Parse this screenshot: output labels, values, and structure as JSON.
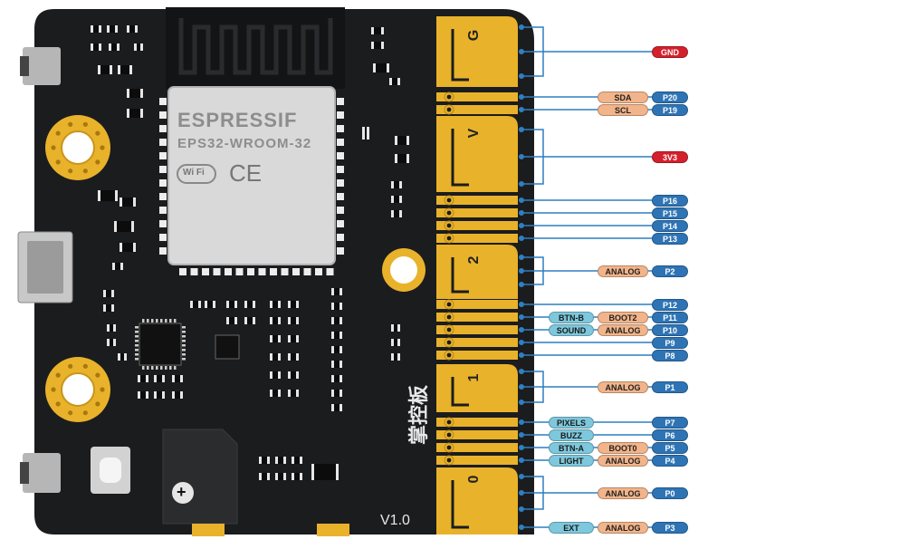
{
  "board": {
    "module_brand": "ESPRESSIF",
    "module_model": "EPS32-WROOM-32",
    "wifi_mark": "Wi Fi",
    "ce_mark": "CE",
    "board_name": "掌控板",
    "version": "V1.0",
    "buzzer_symbol": "+",
    "edge_labels": [
      "G",
      "V",
      "2",
      "1",
      "0"
    ]
  },
  "colors": {
    "board": "#1b1c1e",
    "gold": "#e9b22b",
    "lead": "#2f7fc1",
    "gnd": "#d4202c",
    "pin": "#2e74b5",
    "func": "#f2b48a",
    "io": "#7ec8dd"
  },
  "pins": [
    {
      "pin": "GND"
    },
    {
      "pin": "P20",
      "func": "SDA"
    },
    {
      "pin": "P19",
      "func": "SCL"
    },
    {
      "pin": "3V3"
    },
    {
      "pin": "P16"
    },
    {
      "pin": "P15"
    },
    {
      "pin": "P14"
    },
    {
      "pin": "P13"
    },
    {
      "pin": "P2",
      "func": "ANALOG"
    },
    {
      "pin": "P12"
    },
    {
      "pin": "P11",
      "func": "BOOT2",
      "io": "BTN-B"
    },
    {
      "pin": "P10",
      "func": "ANALOG",
      "io": "SOUND"
    },
    {
      "pin": "P9"
    },
    {
      "pin": "P8"
    },
    {
      "pin": "P1",
      "func": "ANALOG"
    },
    {
      "pin": "P7",
      "io": "PIXELS"
    },
    {
      "pin": "P6",
      "io": "BUZZ"
    },
    {
      "pin": "P5",
      "func": "BOOT0",
      "io": "BTN-A"
    },
    {
      "pin": "P4",
      "func": "ANALOG",
      "io": "LIGHT"
    },
    {
      "pin": "P0",
      "func": "ANALOG"
    },
    {
      "pin": "P3",
      "func": "ANALOG",
      "io": "EXT"
    }
  ]
}
